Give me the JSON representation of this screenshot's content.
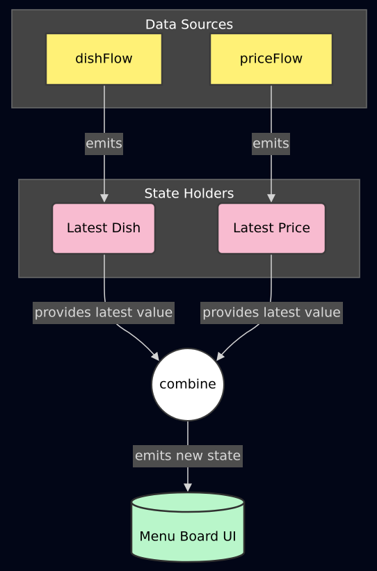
{
  "clusters": {
    "data_sources": "Data Sources",
    "state_holders": "State Holders"
  },
  "nodes": {
    "dish_flow": "dishFlow",
    "price_flow": "priceFlow",
    "latest_dish": "Latest Dish",
    "latest_price": "Latest Price",
    "combine": "combine",
    "menu_board": "Menu Board UI"
  },
  "edges": {
    "dish_emits": "emits",
    "price_emits": "emits",
    "dish_provides": "provides latest value",
    "price_provides": "provides latest value",
    "combine_emits": "emits new state"
  },
  "colors": {
    "background": "#020617",
    "cluster_fill": "#444444",
    "source_node": "#fff176",
    "state_node": "#f8bbd0",
    "combine_node": "#ffffff",
    "ui_node": "#b9f6ca"
  }
}
